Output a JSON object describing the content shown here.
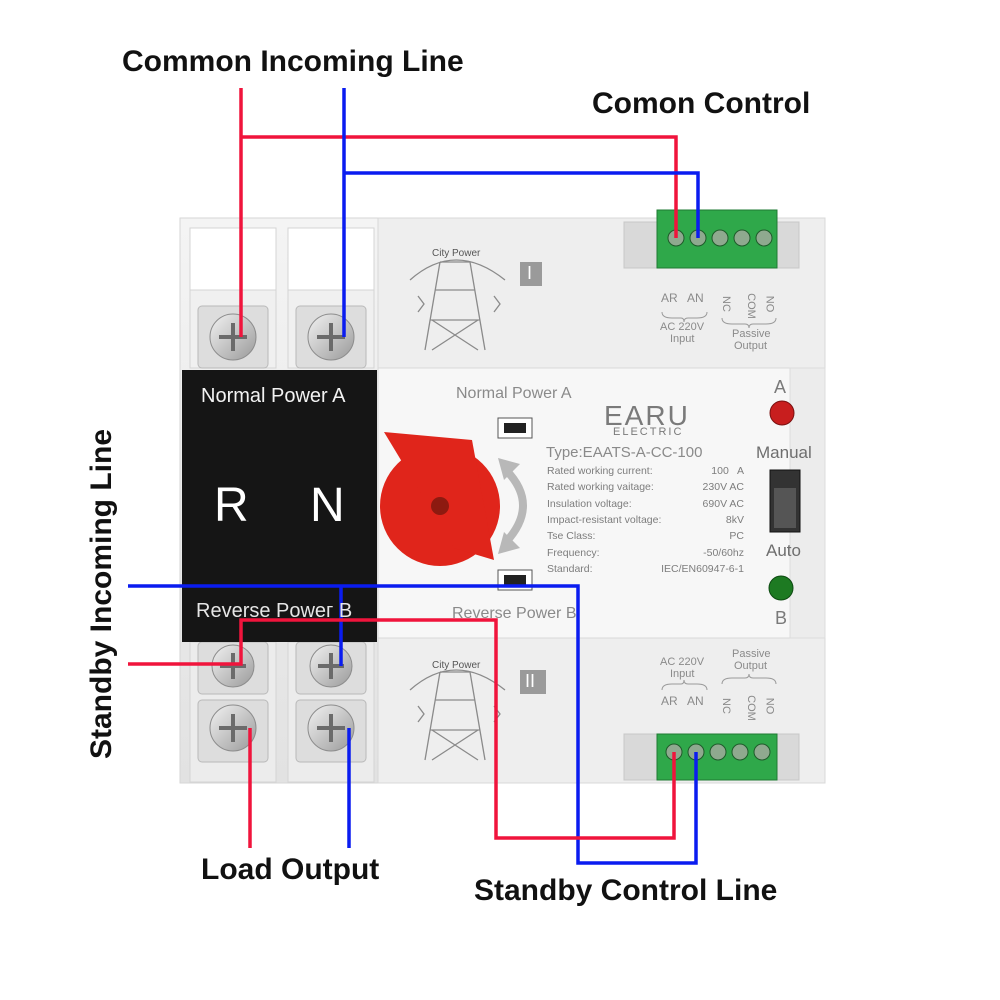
{
  "callouts": {
    "common_incoming": "Common Incoming Line",
    "common_control": "Comon Control",
    "standby_incoming": "Standby Incoming Line",
    "load_output": "Load Output",
    "standby_control": "Standby Control Line"
  },
  "device": {
    "brand": "EARU",
    "brand_sub": "ELECTRIC",
    "type": "Type:EAATS-A-CC-100",
    "normal_power": "Normal Power A",
    "reverse_power": "Reverse Power B",
    "panel_normal": "Normal Power A",
    "panel_reverse": "Reverse Poweг B",
    "phase_r": "R",
    "phase_n": "N",
    "indicator_a": "A",
    "indicator_b": "B",
    "mode_manual": "Manual",
    "mode_auto": "Auto",
    "city_power_top": "City Power",
    "city_power_bottom": "City Power",
    "roman_top": "I",
    "roman_bottom": "II",
    "specs": [
      {
        "label": "Rated working current:",
        "value": "100   A"
      },
      {
        "label": "Rated working vaitage:",
        "value": "230V AC"
      },
      {
        "label": "Insulation voltage:",
        "value": "690V AC"
      },
      {
        "label": "Impact-resistant voltage:",
        "value": "8kV"
      },
      {
        "label": "Tse Class:",
        "value": "PC"
      },
      {
        "label": "Frequency:",
        "value": "-50/60hz"
      },
      {
        "label": "Standard:",
        "value": "IEC/EN60947-6-1"
      }
    ],
    "top_terminal": {
      "ar": "AR",
      "an": "AN",
      "nc": "NC",
      "com": "COM",
      "no": "NO",
      "input_voltage": "AC 220V",
      "input_word": "Input",
      "passive": "Passive",
      "output": "Output"
    },
    "bottom_terminal": {
      "ar": "AR",
      "an": "AN",
      "nc": "NC",
      "com": "COM",
      "no": "NO",
      "input_voltage": "AC 220V",
      "input_word": "Input",
      "passive": "Passive",
      "output": "Output"
    }
  },
  "colors": {
    "live_wire": "#f0143c",
    "neutral_wire": "#0a1cf0",
    "handle": "#e0251b",
    "terminal_block": "#2fa84a",
    "indicator_a": "#c81e1e",
    "indicator_b": "#1d7a22",
    "panel_black": "#151515"
  }
}
